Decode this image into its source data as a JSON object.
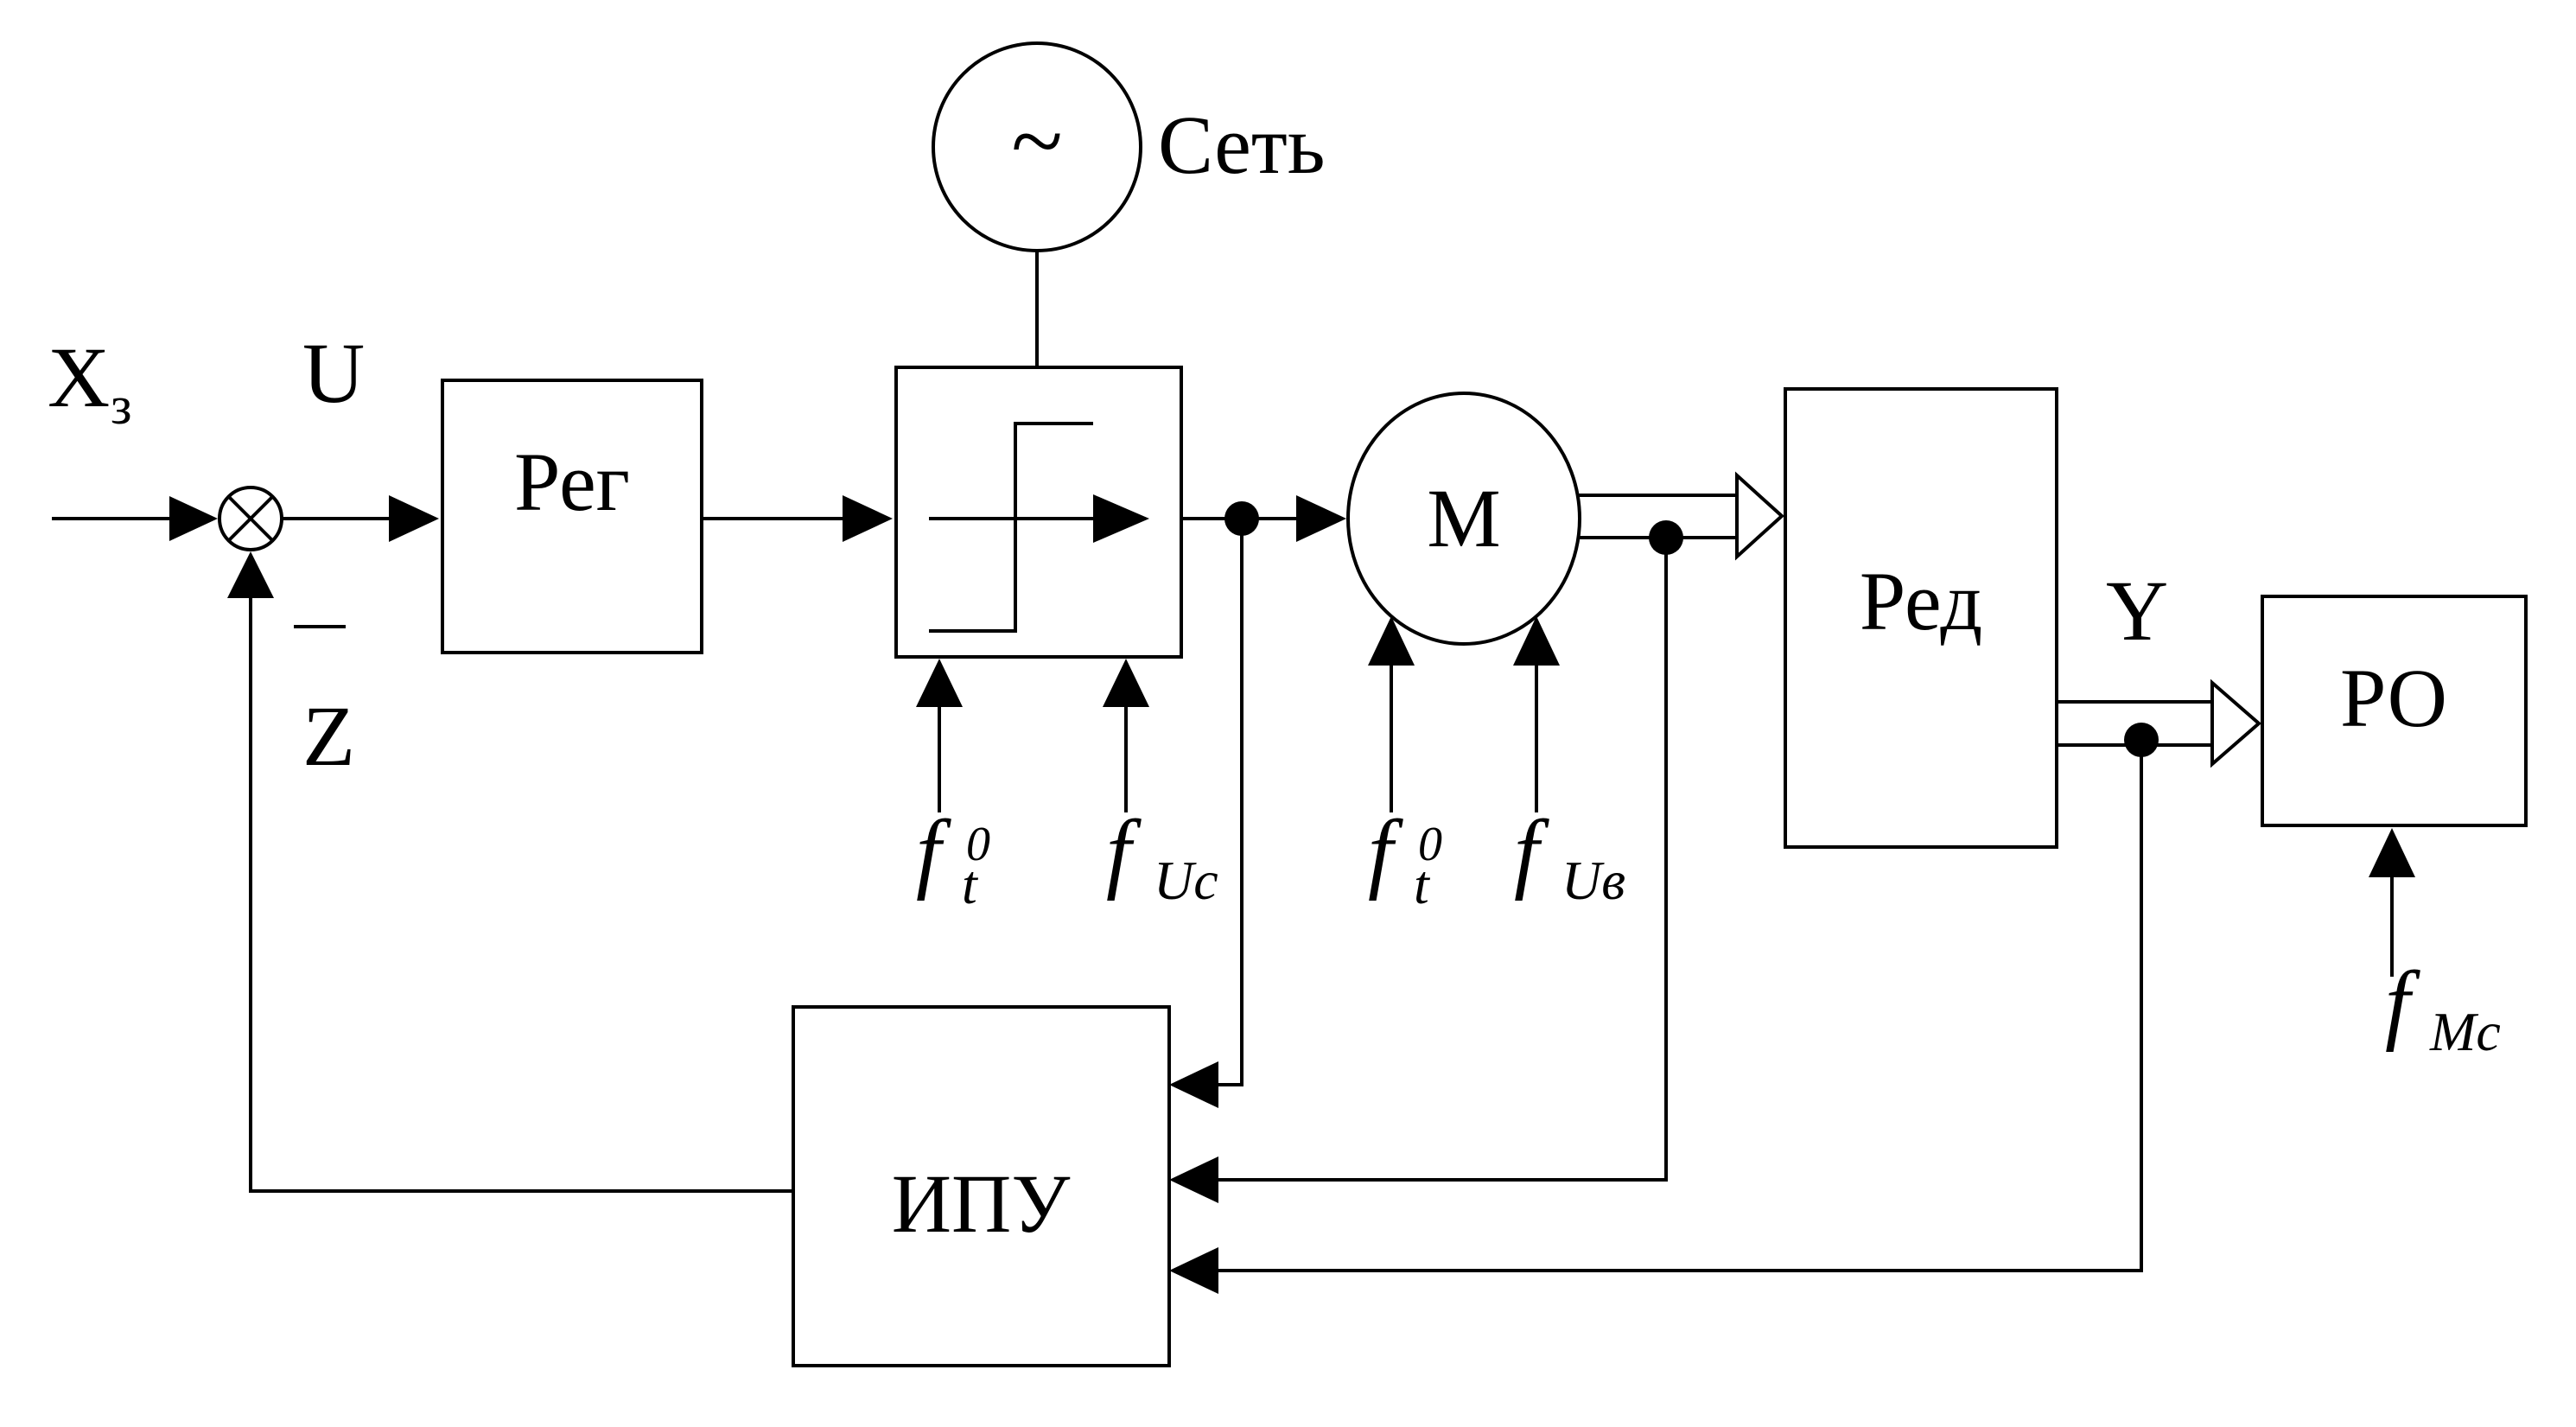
{
  "blocks": {
    "reg": "Рег",
    "switch": "",
    "motor": "M",
    "reducer": "Ред",
    "ro": "РО",
    "ipu": "ИПУ",
    "source": "~"
  },
  "labels": {
    "network": "Сеть",
    "setpoint": "X",
    "setpoint_sub": "з",
    "error": "U",
    "feedback": "Z",
    "output": "Y"
  },
  "disturbances": {
    "switch_temp": {
      "main": "f",
      "sub": "t",
      "sup": "0"
    },
    "switch_voltage": {
      "main": "f",
      "sub": "Uc"
    },
    "motor_temp": {
      "main": "f",
      "sub": "t",
      "sup": "0"
    },
    "motor_voltage": {
      "main": "f",
      "sub": "Uв"
    },
    "load_moment": {
      "main": "f",
      "sub": "Mc"
    }
  }
}
